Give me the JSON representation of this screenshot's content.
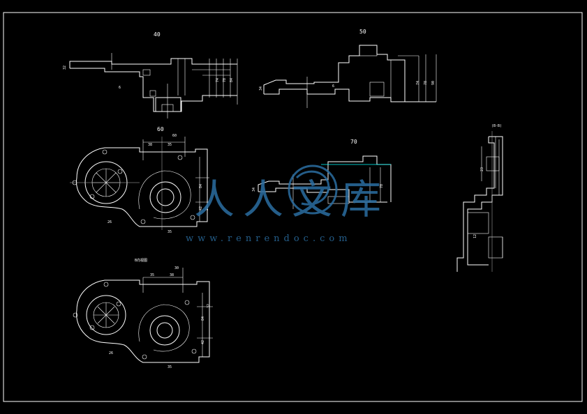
{
  "views": {
    "top_left": {
      "label": "40"
    },
    "top_right": {
      "label": "50"
    },
    "mid_left": {
      "label": "60"
    },
    "mid_right": {
      "label": "70"
    },
    "bottom_left": {
      "label": "B向视图"
    },
    "side_section": {
      "label": "(B-B)"
    }
  },
  "dims": {
    "d30": "30",
    "d35": "35",
    "d42": "42",
    "d74": "74",
    "d78": "78",
    "d84": "84",
    "d6": "6",
    "d32": "32",
    "d23": "23",
    "d90": "90",
    "d12": "12"
  },
  "watermark": {
    "brand": "人人文库",
    "url": "www.renrendoc.com",
    "color": "#2b6ea1"
  }
}
